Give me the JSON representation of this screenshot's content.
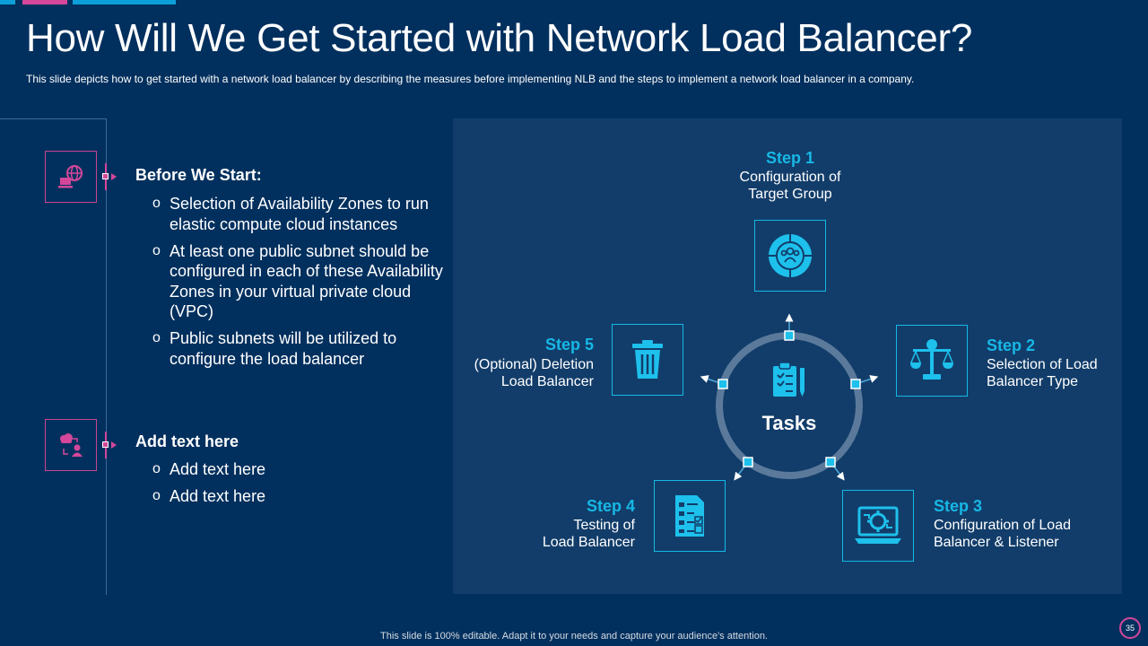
{
  "slide": {
    "title": "How Will We Get Started with Network Load Balancer?",
    "subtitle": "This slide depicts how to get started with a network load balancer by describing the measures before implementing NLB and the steps to implement a network load balancer in a company.",
    "footer": "This slide is 100% editable. Adapt it to your needs and capture your audience's attention.",
    "page_number": "35"
  },
  "sections": [
    {
      "title": "Before We Start:",
      "icon": "globe-computer-icon",
      "bullets": [
        "Selection of Availability Zones to run elastic compute cloud instances",
        "At least one public subnet should be configured in each of these Availability Zones in your virtual private cloud (VPC)",
        "Public subnets will be utilized to configure the load balancer"
      ]
    },
    {
      "title": "Add text here",
      "icon": "cloud-user-icon",
      "bullets": [
        "Add text here",
        "Add text here"
      ]
    }
  ],
  "bullet_marker": "o",
  "center": {
    "label": "Tasks",
    "icon": "clipboard-checklist-icon"
  },
  "steps": [
    {
      "label": "Step 1",
      "text": [
        "Configuration of",
        "Target Group"
      ],
      "icon": "target-group-icon"
    },
    {
      "label": "Step 2",
      "text": [
        "Selection of Load",
        "Balancer Type"
      ],
      "icon": "balance-scale-icon"
    },
    {
      "label": "Step 3",
      "text": [
        "Configuration of Load",
        "Balancer & Listener"
      ],
      "icon": "laptop-gear-icon"
    },
    {
      "label": "Step 4",
      "text": [
        "Testing of",
        "Load Balancer"
      ],
      "icon": "checklist-document-icon"
    },
    {
      "label": "Step 5",
      "text": [
        "(Optional) Deletion",
        "Load Balancer"
      ],
      "icon": "trash-bin-icon"
    }
  ],
  "colors": {
    "background": "#02305e",
    "panel": "#123d6a",
    "accent_cyan": "#17b7e5",
    "accent_pink": "#d4479a"
  }
}
